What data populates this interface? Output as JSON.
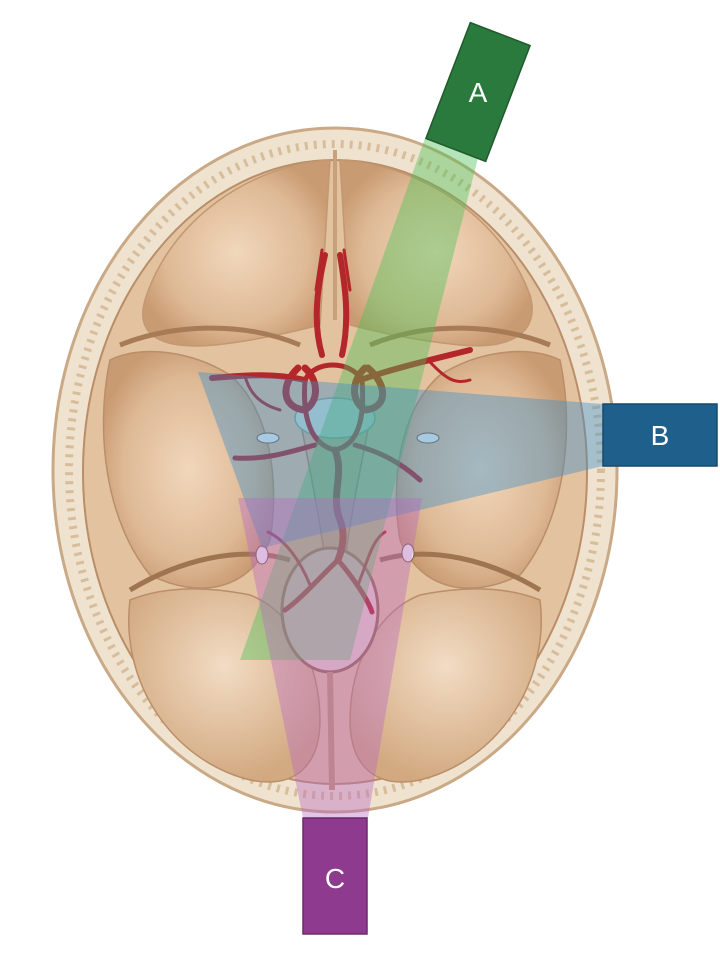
{
  "figure": {
    "labels": {
      "a": "A",
      "b": "B",
      "c": "C"
    },
    "colors": {
      "approach_a": "#2b7a3d",
      "approach_b": "#1f5f8b",
      "approach_c": "#8e3a8e",
      "artery": "#b3262a",
      "bone": "#e3c2a0",
      "skull_rim": "#efe3cf"
    }
  }
}
